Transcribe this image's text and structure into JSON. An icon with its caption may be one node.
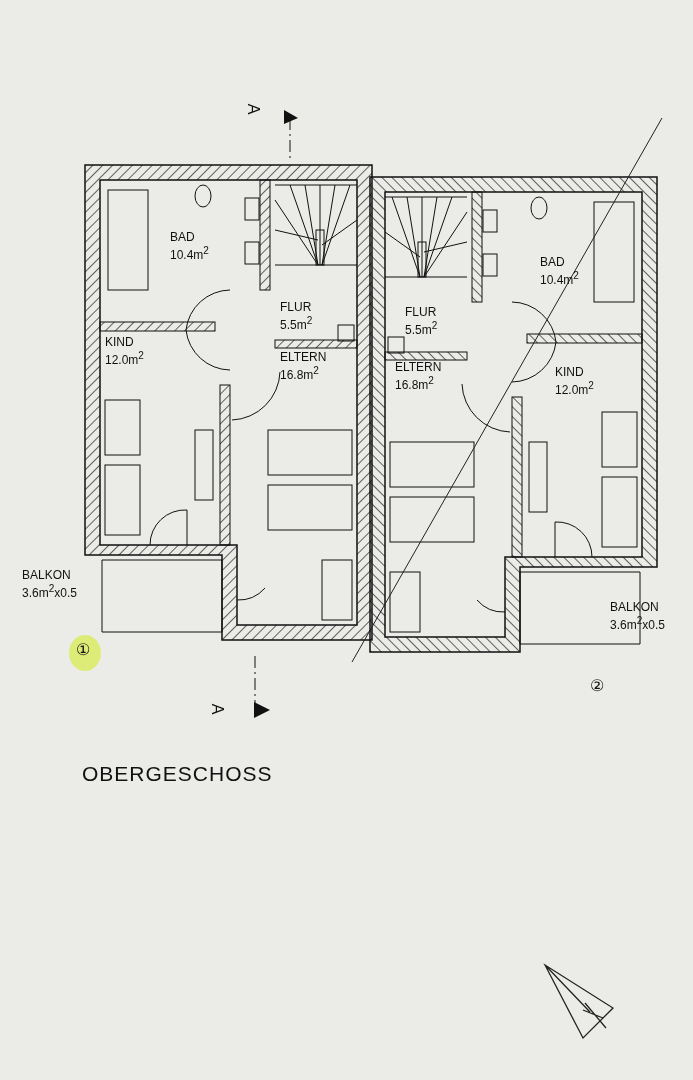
{
  "diagram": {
    "title": "OBERGESCHOSS",
    "nodes": [
      {
        "text": [
          "BAD 10.4m$^{2}$"
        ]
      },
      {
        "text": [
          "FLUR 5.5m$^{2}$"
        ]
      },
      {
        "text": [
          "KIND 12.0m$^{2}$"
        ]
      },
      {
        "text": [
          "ELTERN 16.8m$^{2}$"
        ]
      },
      {
        "text": [
          "BALKON 3.6m$^{2}$x0.5"
        ]
      },
      {
        "text": [
          "FLUR 5.5m$^{2}$"
        ]
      },
      {
        "text": [
          "ELTERN 16.8m$^{2}$"
        ]
      },
      {
        "text": [
          "BAD 10.4m$^{2}$"
        ]
      },
      {
        "text": [
          "KIND 12.0m$^{2}$"
        ]
      },
      {
        "text": [
          "BALKON 3.6m$^{2}$x0.5"
        ]
      }
    ],
    "labels": [
      "A",
      "①",
      "②",
      "A"
    ]
  }
}
